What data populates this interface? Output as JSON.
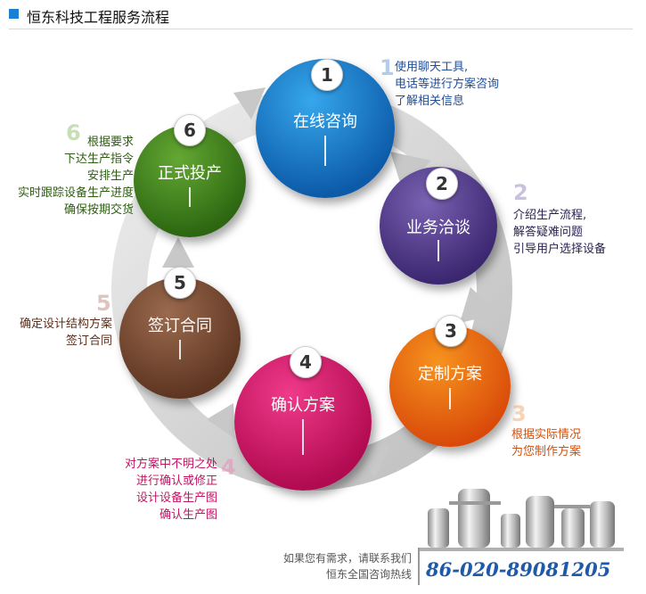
{
  "header": {
    "title": "恒东科技工程服务流程"
  },
  "steps": [
    {
      "num": "1",
      "label": "在线咨询",
      "big": "1",
      "desc": [
        "使用聊天工具,",
        "电话等进行方案咨询",
        "了解相关信息"
      ],
      "text_color": "#1f4e9a",
      "big_color": "#5b8fd6"
    },
    {
      "num": "2",
      "label": "业务洽谈",
      "big": "2",
      "desc": [
        "介绍生产流程,",
        "解答疑难问题",
        "引导用户选择设备"
      ],
      "text_color": "#2b2153",
      "big_color": "#8a78b8"
    },
    {
      "num": "3",
      "label": "定制方案",
      "big": "3",
      "desc": [
        "根据实际情况",
        "为您制作方案"
      ],
      "text_color": "#d2500e",
      "big_color": "#f0a060"
    },
    {
      "num": "4",
      "label": "确认方案",
      "big": "4",
      "desc": [
        "对方案中不明之处",
        "进行确认或修正",
        "设计设备生产图",
        "确认生产图"
      ],
      "text_color": "#c11463",
      "big_color": "#f080b0"
    },
    {
      "num": "5",
      "label": "签订合同",
      "big": "5",
      "desc": [
        "确定设计结构方案",
        "签订合同"
      ],
      "text_color": "#5a2e1a",
      "big_color": "#b08070"
    },
    {
      "num": "6",
      "label": "正式投产",
      "big": "6",
      "desc": [
        "根据要求",
        "下达生产指令",
        "安排生产",
        "实时跟踪设备生产进度",
        "确保按期交货"
      ],
      "text_color": "#2e5e12",
      "big_color": "#86b860"
    }
  ],
  "footer": {
    "line1": "如果您有需求，请联系我们",
    "line2": "恒东全国咨询热线",
    "hotline": "86-020-89081205"
  }
}
